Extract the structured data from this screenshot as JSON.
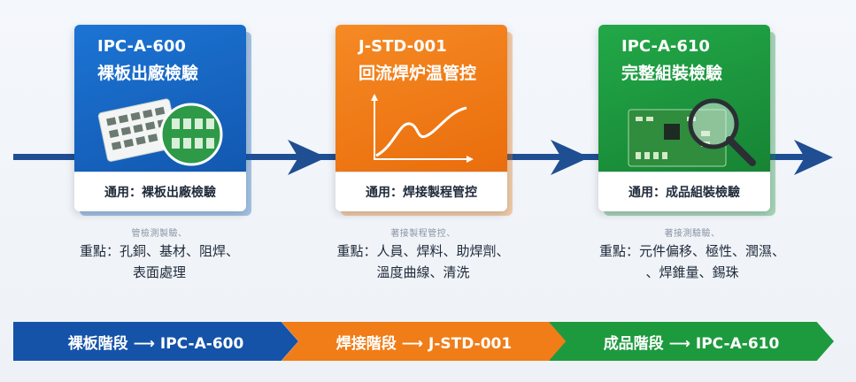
{
  "colors": {
    "blue": "#1565c0",
    "orange": "#f07d18",
    "green": "#1e9a3e",
    "navy": "#1f4e93"
  },
  "cards": [
    {
      "code": "IPC-A-600",
      "title": "裸板出廠檢驗",
      "use": "通用：裸板出廠檢驗",
      "icon": "bare-pcb-illustration"
    },
    {
      "code": "J-STD-001",
      "title": "回流焊炉温管控",
      "use": "通用：焊接製程管控",
      "icon": "reflow-curve-chart-icon"
    },
    {
      "code": "IPC-A-610",
      "title": "完整組裝檢驗",
      "use": "通用：成品組裝檢驗",
      "icon": "magnifier-pcb-illustration"
    }
  ],
  "notes": [
    {
      "faint": "管檢測製驗、",
      "focus": "重點：孔銅、基材、阻焊、",
      "more": "表面處理"
    },
    {
      "faint": "著接製程管控、",
      "focus": "重點：人員、焊料、助焊劑、",
      "more": "溫度曲線、清洗"
    },
    {
      "faint": "著接測驗驗、",
      "focus": "重點：元件偏移、極性、潤濕、",
      "more": "、焊錐量、錫珠"
    }
  ],
  "stages": [
    {
      "text": "裸板階段  ⟶  IPC-A-600"
    },
    {
      "text": "焊接階段  ⟶  J-STD-001"
    },
    {
      "text": "成品階段  ⟶  IPC-A-610"
    }
  ]
}
